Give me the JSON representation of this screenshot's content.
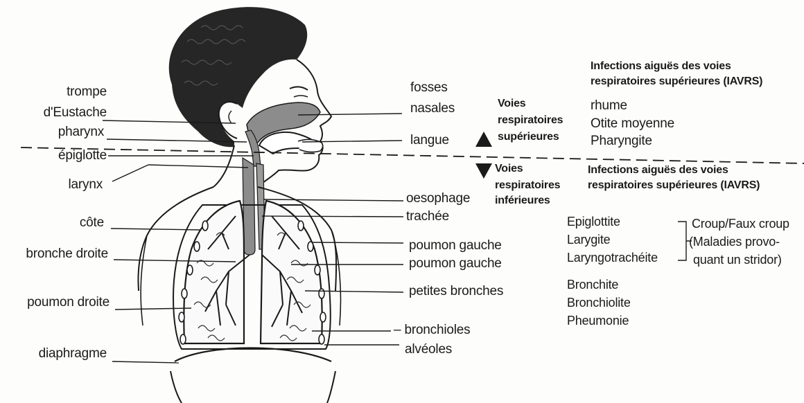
{
  "left_labels": {
    "trompe": "trompe",
    "eustache": "d'Eustache",
    "pharynx": "pharynx",
    "epiglotte": "épiglotte",
    "larynx": "larynx",
    "cote": "côte",
    "bronche_droite": "bronche droite",
    "poumon_droit": "poumon droite",
    "diaphragme": "diaphragme"
  },
  "right_labels": {
    "fosses": "fosses",
    "nasales": "nasales",
    "langue": "langue",
    "oesophage": "oesophage",
    "trachee": "trachée",
    "poumon_gauche_1": "poumon gauche",
    "poumon_gauche_2": "poumon gauche",
    "petites_bronches": "petites bronches",
    "bronchioles": "– bronchioles",
    "alveoles": "alvéoles"
  },
  "voies": {
    "sup_1": "Voies",
    "sup_2": "respiratoires",
    "sup_3": "supérieures",
    "inf_1": "Voies",
    "inf_2": "respiratoires",
    "inf_3": "inférieures"
  },
  "iavrs_upper": {
    "title_1": "Infections aiguës des voies",
    "title_2": "respiratoires supérieures (IAVRS)",
    "items": [
      "rhume",
      "Otite moyenne",
      "Pharyngite"
    ]
  },
  "iavrs_lower": {
    "title_1": "Infections aiguës des voies",
    "title_2": "respiratoires supérieures (IAVRS)",
    "group_a": [
      "Epiglottite",
      "Larygite",
      "Laryngotrachéite"
    ],
    "croup_1": "Croup/Faux croup",
    "croup_2": "(Maladies provo-",
    "croup_3": "quant un stridor)",
    "group_b": [
      "Bronchite",
      "Bronchiolite",
      "Pheumonie"
    ]
  }
}
